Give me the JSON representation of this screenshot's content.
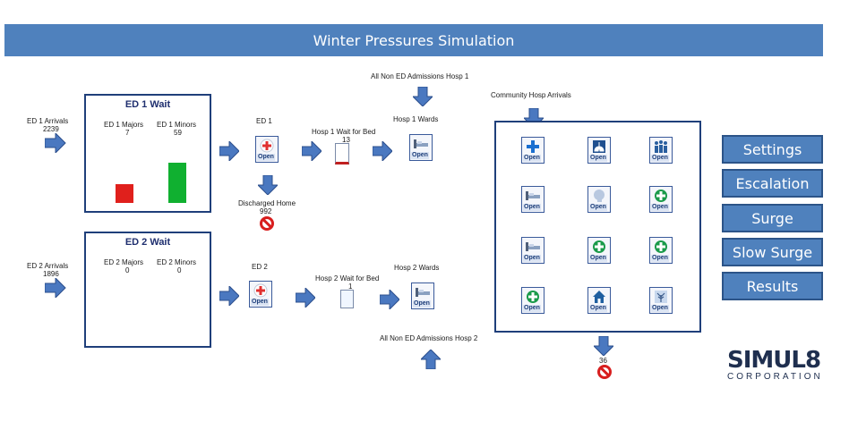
{
  "title": "Winter Pressures Simulation",
  "ed1": {
    "arrivals_label": "ED 1 Arrivals",
    "arrivals_count": "2239",
    "wait_title": "ED 1  Wait",
    "majors_label": "ED 1 Majors",
    "majors_count": "7",
    "minors_label": "ED 1 Minors",
    "minors_count": "59",
    "majors_level": 7,
    "minors_level": 59,
    "activity_label": "ED 1",
    "discharged_label": "Discharged Home",
    "discharged_count": "992",
    "wait_bed_label": "Hosp 1 Wait for Bed",
    "wait_bed_count": "13",
    "wards_label": "Hosp 1 Wards",
    "non_ed_label": "All Non ED Admissions Hosp 1"
  },
  "ed2": {
    "arrivals_label": "ED 2 Arrivals",
    "arrivals_count": "1896",
    "wait_title": "ED 2 Wait",
    "majors_label": "ED 2 Majors",
    "majors_count": "0",
    "minors_label": "ED 2 Minors",
    "minors_count": "0",
    "activity_label": "ED 2",
    "wait_bed_label": "Hosp 2 Wait for Bed",
    "wait_bed_count": "1",
    "wards_label": "Hosp 2 Wards",
    "non_ed_label": "All Non ED Admissions Hosp 2"
  },
  "community": {
    "arrivals_label": "Community Hosp Arrivals",
    "exit_count": "36",
    "open_label": "Open",
    "icons": [
      "cross-icon",
      "lungs-icon",
      "family-icon",
      "bed-icon",
      "head-icon",
      "plus-icon",
      "bed-icon",
      "plus-icon",
      "plus-icon",
      "plus-icon",
      "house-icon",
      "tree-icon"
    ]
  },
  "buttons": [
    "Settings",
    "Escalation",
    "Surge",
    "Slow Surge",
    "Results"
  ],
  "logo": {
    "name": "SIMUL8",
    "sub": "CORPORATION"
  },
  "colors": {
    "header": "#4f81bd",
    "majors_bar": "#e0201c",
    "minors_bar": "#10b030",
    "arrow": "#4a78c0",
    "panel_border": "#1f3f7a"
  }
}
